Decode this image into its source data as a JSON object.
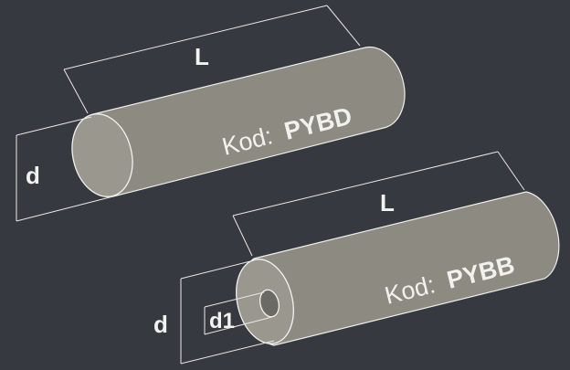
{
  "colors": {
    "background": "#363a40",
    "cylinder_fill": "#8d8a82",
    "cylinder_stroke": "#efefe9",
    "dimension_line": "#e8e8e4",
    "text": "#f2f2f0"
  },
  "parts": [
    {
      "code_prefix": "Kod:",
      "code": "PYBD",
      "dimensions": {
        "length": "L",
        "diameter": "d"
      }
    },
    {
      "code_prefix": "Kod:",
      "code": "PYBB",
      "dimensions": {
        "length": "L",
        "diameter": "d",
        "inner_diameter": "d1"
      }
    }
  ]
}
